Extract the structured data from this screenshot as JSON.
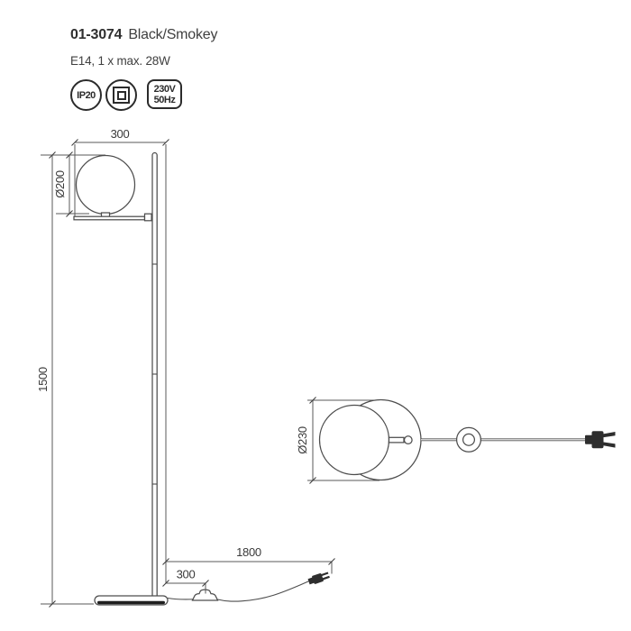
{
  "header": {
    "product_code": "01-3074",
    "finish": "Black/Smokey",
    "lamp_spec": "E14, 1 x max. 28W"
  },
  "badges": {
    "ip_rating": "IP20",
    "protection_class_icon": "class-ii-double-square-icon",
    "voltage": "230V",
    "frequency": "50Hz"
  },
  "front_view": {
    "dim_head_width": "300",
    "dim_shade_diameter": "Ø200",
    "dim_height": "1500",
    "dim_cable_length": "1800",
    "dim_switch_distance": "300"
  },
  "top_view": {
    "dim_base_diameter": "Ø230"
  },
  "colors": {
    "line": "#4d4d4d",
    "text": "#3a3a3a",
    "badge_border": "#2b2b2b",
    "plug_fill": "#2e2e2e"
  }
}
